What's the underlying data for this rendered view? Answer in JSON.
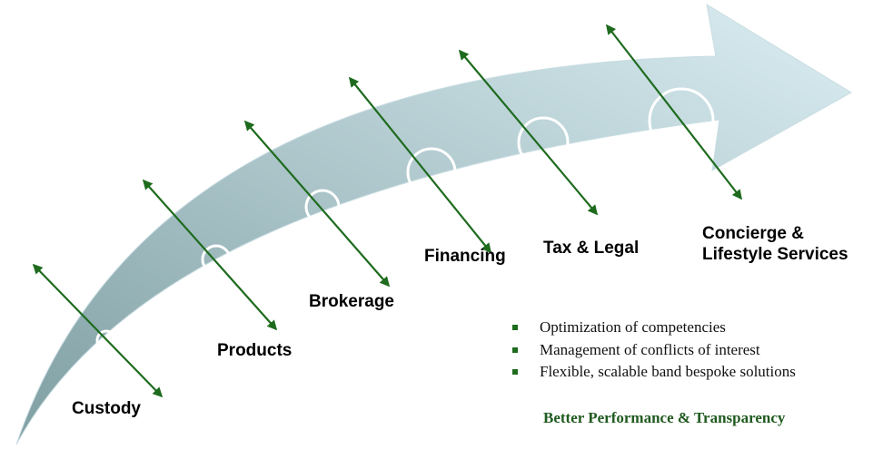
{
  "stages": [
    {
      "id": "custody",
      "label": "Custody"
    },
    {
      "id": "products",
      "label": "Products"
    },
    {
      "id": "brokerage",
      "label": "Brokerage"
    },
    {
      "id": "financing",
      "label": "Financing"
    },
    {
      "id": "tax-legal",
      "label": "Tax & Legal"
    },
    {
      "id": "concierge",
      "label_line1": "Concierge &",
      "label_line2": "Lifestyle Services"
    }
  ],
  "bullets": [
    "Optimization of competencies",
    "Management of conflicts of interest",
    "Flexible, scalable band bespoke solutions"
  ],
  "tagline": "Better Performance & Transparency",
  "colors": {
    "arrow_start": "#7f9fa3",
    "arrow_end": "#dbeef3",
    "connector_green": "#1e6b1e",
    "bullet_green": "#1e6b1e",
    "tagline_green": "#1f5a1f",
    "ring_white": "#ffffff"
  },
  "icons": {
    "connector": "double-headed-arrow-icon",
    "milestone": "ring-icon",
    "bullet": "square-bullet-icon"
  }
}
